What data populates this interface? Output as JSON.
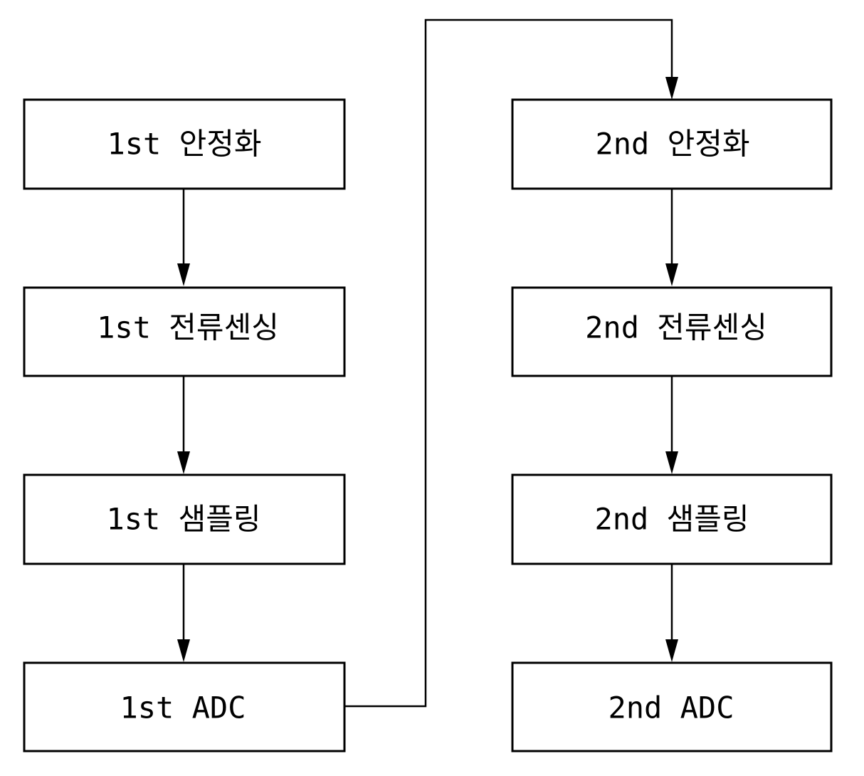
{
  "nodes": [
    {
      "id": "s1-stabilize",
      "label": "1st 안정화"
    },
    {
      "id": "s1-sense",
      "label": "1st 전류센싱"
    },
    {
      "id": "s1-sample",
      "label": "1st 샘플링"
    },
    {
      "id": "s1-adc",
      "label": "1st ADC"
    },
    {
      "id": "s2-stabilize",
      "label": "2nd 안정화"
    },
    {
      "id": "s2-sense",
      "label": "2nd 전류센싱"
    },
    {
      "id": "s2-sample",
      "label": "2nd 샘플링"
    },
    {
      "id": "s2-adc",
      "label": "2nd ADC"
    }
  ],
  "edges": [
    {
      "from": "s1-stabilize",
      "to": "s1-sense"
    },
    {
      "from": "s1-sense",
      "to": "s1-sample"
    },
    {
      "from": "s1-sample",
      "to": "s1-adc"
    },
    {
      "from": "s1-adc",
      "to": "s2-stabilize"
    },
    {
      "from": "s2-stabilize",
      "to": "s2-sense"
    },
    {
      "from": "s2-sense",
      "to": "s2-sample"
    },
    {
      "from": "s2-sample",
      "to": "s2-adc"
    }
  ]
}
